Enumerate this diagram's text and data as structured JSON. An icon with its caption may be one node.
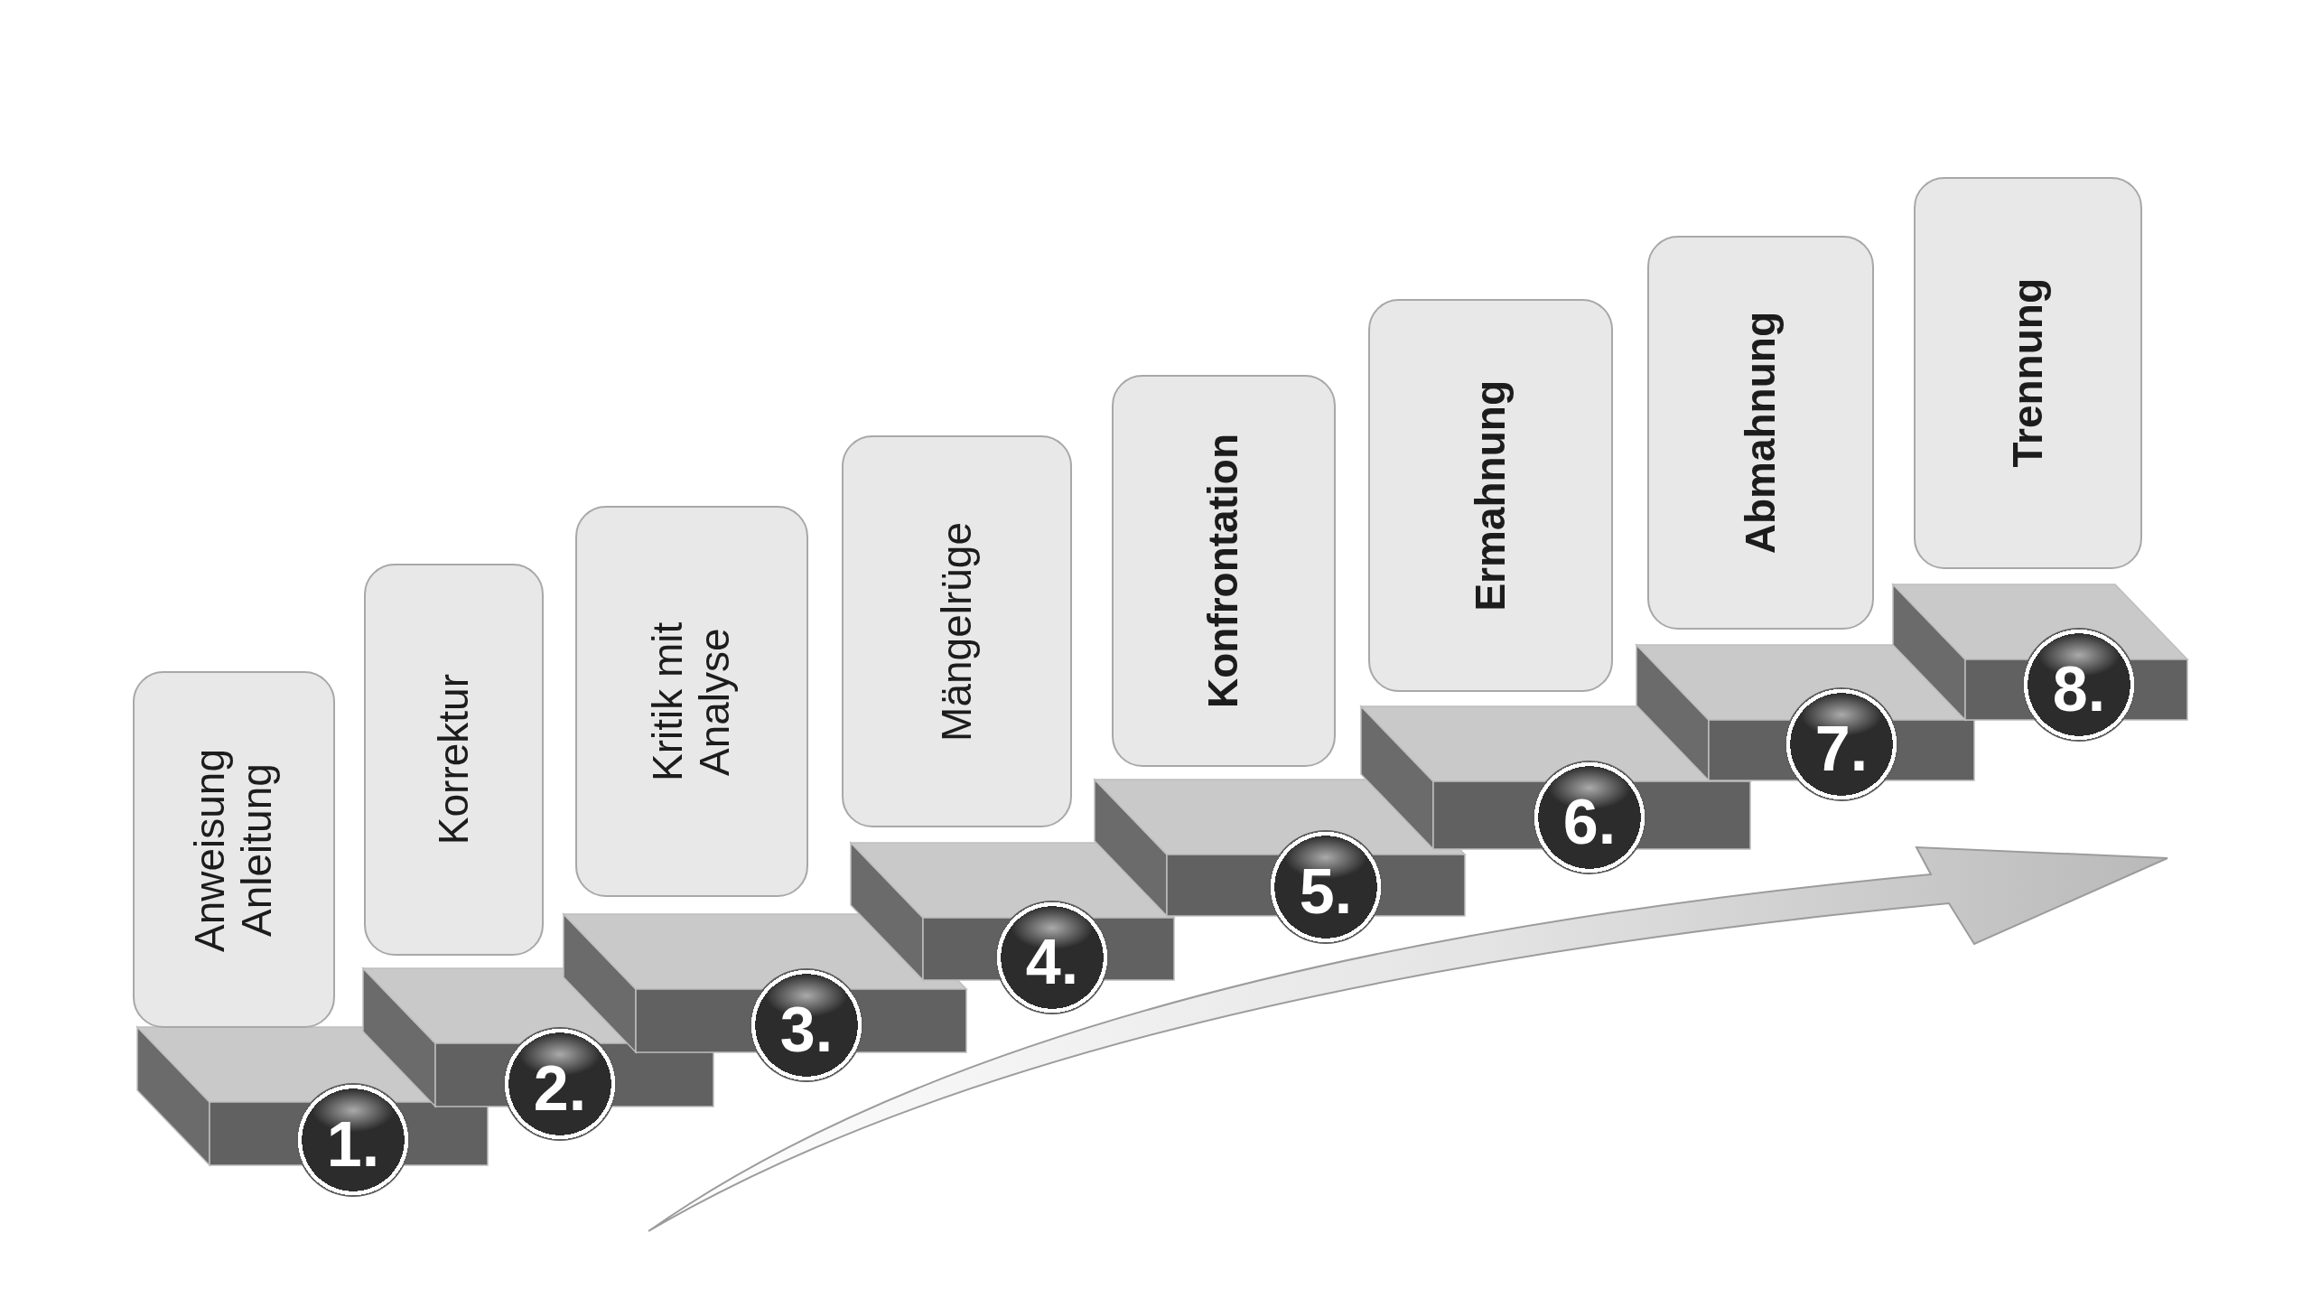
{
  "diagram": {
    "nodes": [
      {
        "text": [
          "Anweisung Anleitung"
        ]
      },
      {
        "text": [
          "1."
        ]
      },
      {
        "text": [
          "Korrektur"
        ]
      },
      {
        "text": [
          "2."
        ]
      },
      {
        "text": [
          "Kritik mit Analyse"
        ]
      },
      {
        "text": [
          "3."
        ]
      },
      {
        "text": [
          "Mängelrüge"
        ]
      },
      {
        "text": [
          "4."
        ]
      },
      {
        "text": [
          "Konfrontation"
        ]
      },
      {
        "text": [
          "5."
        ]
      },
      {
        "text": [
          "Ermahnung"
        ]
      },
      {
        "text": [
          "6."
        ]
      },
      {
        "text": [
          "Abmahnung"
        ]
      },
      {
        "text": [
          "7."
        ]
      },
      {
        "text": [
          "Trennung"
        ]
      },
      {
        "text": [
          "8."
        ]
      }
    ]
  }
}
